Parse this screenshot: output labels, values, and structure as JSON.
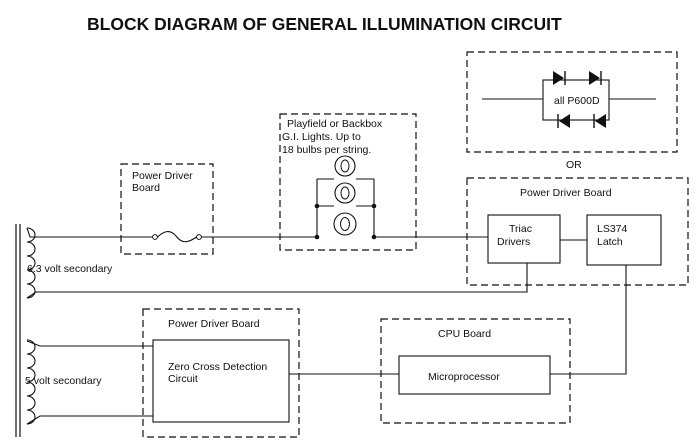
{
  "title": "BLOCK DIAGRAM OF GENERAL ILLUMINATION CIRCUIT",
  "diode_box": {
    "label": "all  P600D"
  },
  "or_label": "OR",
  "pdb_right": {
    "title": "Power Driver Board",
    "triac": {
      "line1": "Triac",
      "line2": "Drivers"
    },
    "latch": {
      "line1": "LS374",
      "line2": "Latch"
    }
  },
  "pdb_left": {
    "line1": "Power Driver",
    "line2": "Board"
  },
  "playfield": {
    "line1": "Playfield or Backbox",
    "line2": "G.I. Lights.  Up to",
    "line3": "18 bulbs per string."
  },
  "transformer": {
    "secondary_63": "6.3 volt secondary",
    "secondary_5": "5 volt secondary"
  },
  "pdb_bottom": {
    "title": "Power Driver Board",
    "zc": {
      "line1": "Zero Cross Detection",
      "line2": "Circuit"
    }
  },
  "cpu": {
    "title": "CPU Board",
    "micro": "Microprocessor"
  }
}
